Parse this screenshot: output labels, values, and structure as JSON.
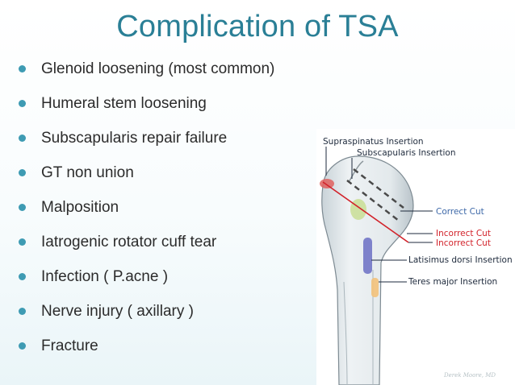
{
  "slide": {
    "title": "Complication of TSA",
    "bullets": [
      "Glenoid loosening (most common)",
      "Humeral stem loosening",
      "Subscapularis repair failure",
      "GT non union",
      "Malposition",
      "Iatrogenic rotator cuff tear",
      "Infection ( P.acne )",
      "Nerve injury ( axillary )",
      "Fracture"
    ],
    "accent_color": "#2a7f96",
    "bullet_color": "#3e9bb3"
  },
  "diagram": {
    "labels": {
      "supraspinatus": "Supraspinatus Insertion",
      "subscapularis": "Subscapularis Insertion",
      "correct_cut": "Correct Cut",
      "incorrect_cut_1": "Incorrect Cut",
      "incorrect_cut_2": "Incorrect Cut",
      "latisimus": "Latisimus dorsi Insertion",
      "teres": "Teres major Insertion"
    },
    "signature": "Derek Moore, MD",
    "colors": {
      "correct_cut": "#3d68a8",
      "incorrect_cut": "#d2222a",
      "supraspinatus_marker": "#e0605e",
      "subscapularis_marker": "#c7dd8f",
      "latisimus_marker": "#7276c6",
      "teres_marker": "#f3c27a"
    }
  }
}
